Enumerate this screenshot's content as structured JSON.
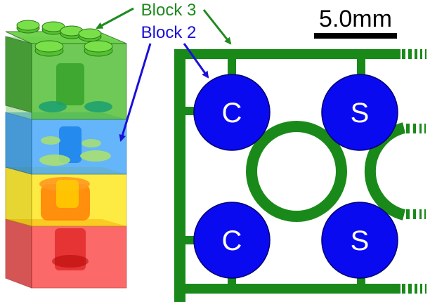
{
  "labels": {
    "block3": "Block 3",
    "block2": "Block 2",
    "scale": "5.0mm",
    "top_left_circle": "C",
    "top_right_circle": "S",
    "bottom_left_circle": "C",
    "bottom_right_circle": "S"
  },
  "colors": {
    "block3_green": "#1f8a1f",
    "block2_blue": "#1a10d8",
    "trace_green": "#198a19",
    "circle_blue": "#0a0af0",
    "layer_green": "#3caa2a",
    "layer_blue": "#2a8ad8",
    "layer_yellow": "#f2e000",
    "layer_red": "#e82020"
  }
}
